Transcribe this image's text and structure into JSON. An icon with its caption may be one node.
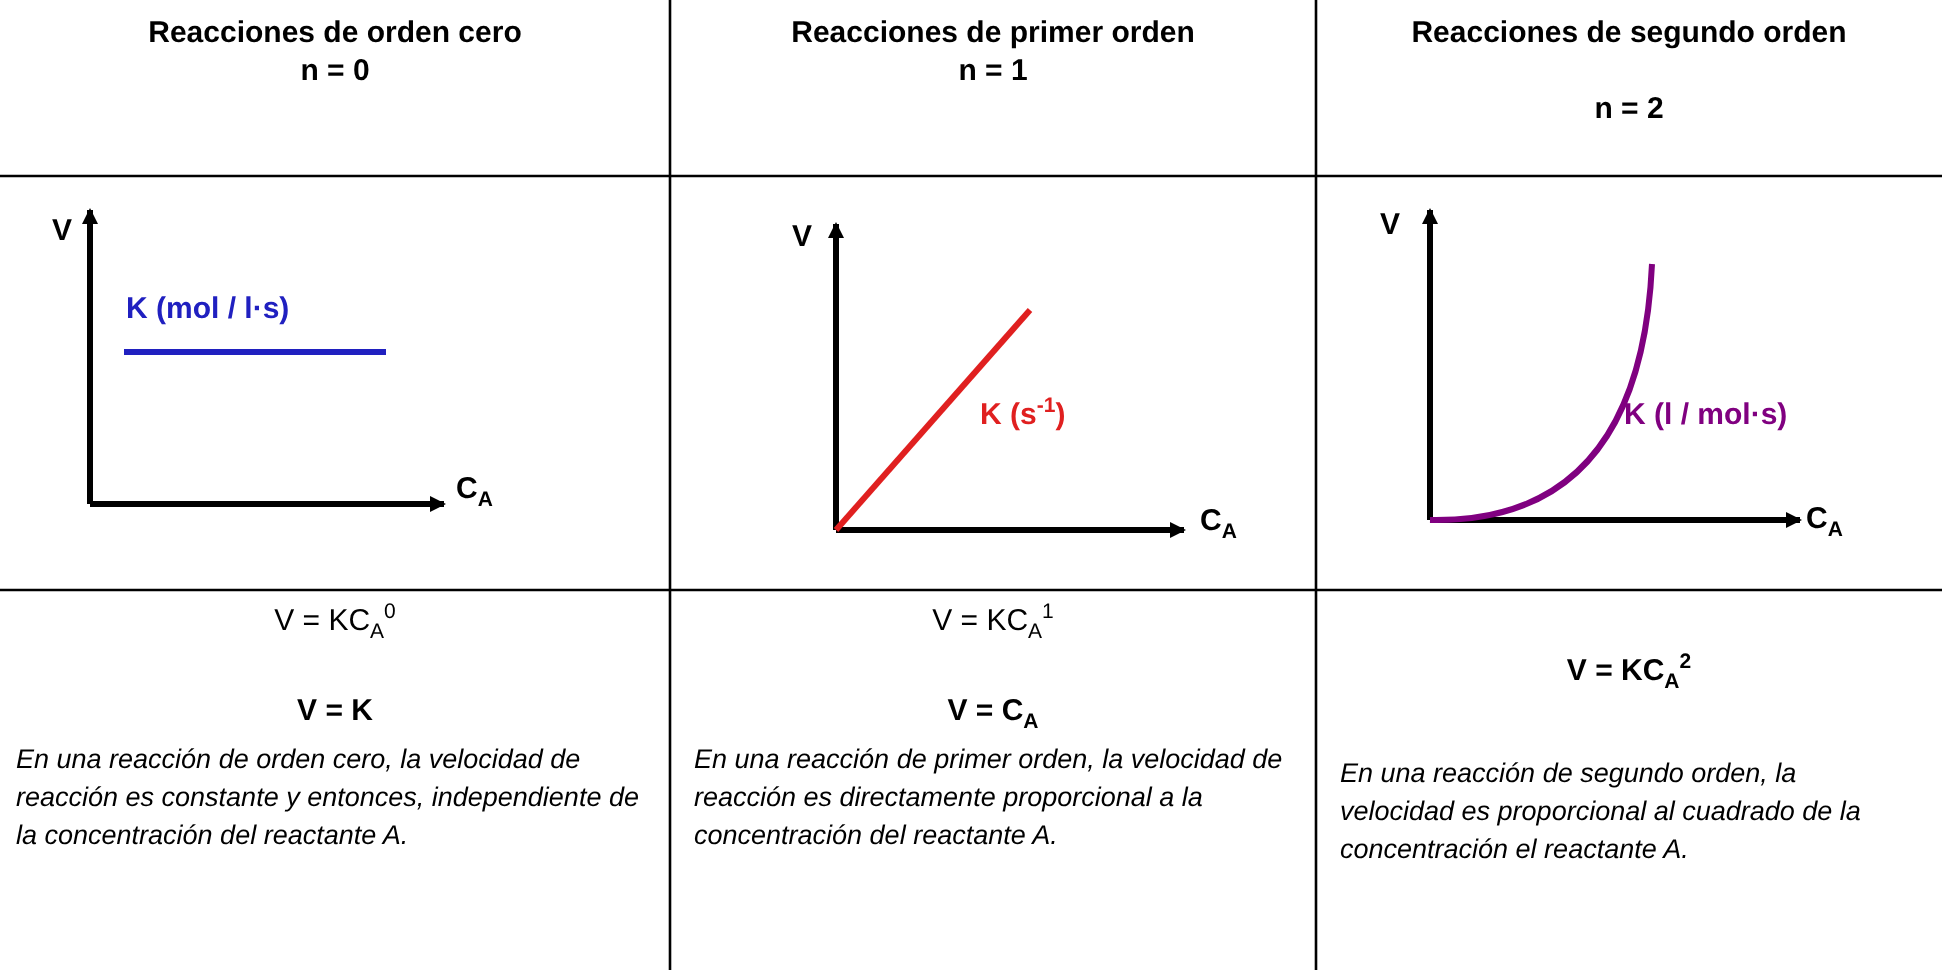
{
  "diagram": {
    "labels": [
      "Reacciones de orden cero",
      "n = 0",
      "Reacciones de primer orden",
      "n = 1",
      "Reacciones de segundo orden",
      "n = 2",
      "V",
      "K (mol / l·s)",
      "C$_{A}$",
      "V",
      "K (s$^{-1}$)",
      "C$_{A}$",
      "V",
      "K (l / mol·s)",
      "C$_{A}$",
      "V = KC$_{A}$$^{0}$",
      "V = K",
      "En una reacción de orden cero, la velocidad de reacción es constante y entonces, independiente de la concentración del reactante A.",
      "V = KC$_{A}$$^{1}$",
      "V = C$_{A}$",
      "En una reacción de primer orden, la velocidad de reacción es directamente proporcional a la concentración del reactante A.",
      "V = KC$_{A}$$^{2}$",
      "En una reacción de segundo orden, la velocidad es proporcional al cuadrado de la concentración el reactante A."
    ]
  }
}
